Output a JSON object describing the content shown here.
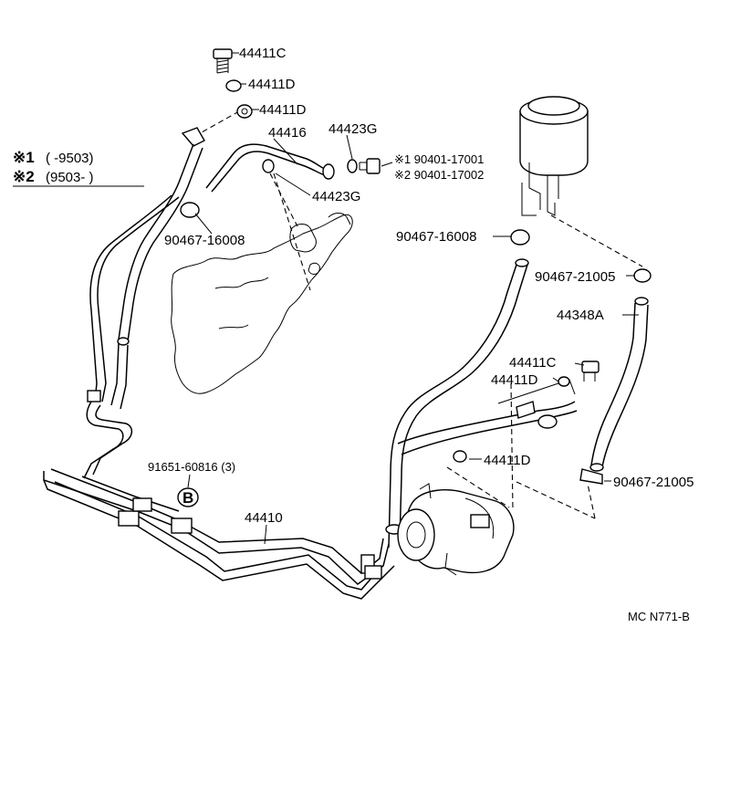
{
  "diagram": {
    "notes": {
      "note1_mark": "※1",
      "note1_range": "(       -9503)",
      "note2_mark": "※2",
      "note2_range": "(9503-          )"
    },
    "labels": {
      "p44411c_top": "44411C",
      "p44411d_top1": "44411D",
      "p44411d_top2": "44411D",
      "p44416": "44416",
      "p44423g_top": "44423G",
      "p44423g_mid": "44423G",
      "p90401_1": "※1 90401-17001",
      "p90401_2": "※2 90401-17002",
      "p90467_16008_left": "90467-16008",
      "p90467_16008_right": "90467-16008",
      "p90467_21005_top": "90467-21005",
      "p44348a": "44348A",
      "p44411c_mid": "44411C",
      "p44411d_mid": "44411D",
      "p44411d_low": "44411D",
      "p90467_21005_low": "90467-21005",
      "p91651": "91651-60816 (3)",
      "p44410": "44410",
      "bolt_marker": "B",
      "ref_code": "MC N771-B"
    }
  }
}
